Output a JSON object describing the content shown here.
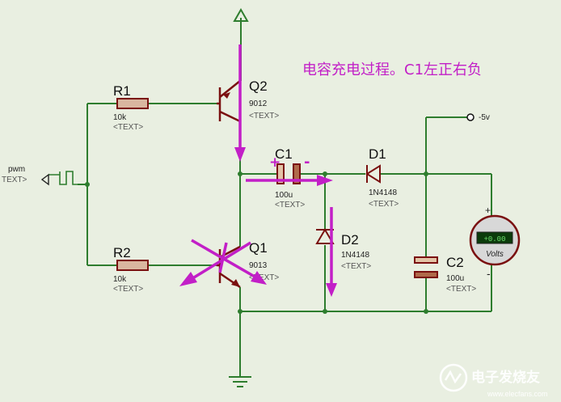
{
  "annotation": {
    "text": "电容充电过程。C1左正右负"
  },
  "input": {
    "label": "pwm",
    "text": "TEXT>"
  },
  "components": {
    "r1": {
      "name": "R1",
      "value": "10k",
      "text": "<TEXT>"
    },
    "r2": {
      "name": "R2",
      "value": "10k",
      "text": "<TEXT>"
    },
    "q1": {
      "name": "Q1",
      "value": "9013",
      "text": "<TEXT>"
    },
    "q2": {
      "name": "Q2",
      "value": "9012",
      "text": "<TEXT>"
    },
    "c1": {
      "name": "C1",
      "value": "100u",
      "text": "<TEXT>",
      "plus": "+",
      "minus": "-"
    },
    "c2": {
      "name": "C2",
      "value": "100u",
      "text": "<TEXT>"
    },
    "d1": {
      "name": "D1",
      "value": "1N4148",
      "text": "<TEXT>"
    },
    "d2": {
      "name": "D2",
      "value": "1N4148",
      "text": "<TEXT>"
    }
  },
  "terminal": {
    "label": "-5v"
  },
  "voltmeter": {
    "display": "+0.00",
    "unit": "Volts",
    "plus": "+",
    "minus": "-"
  },
  "watermark": {
    "text": "电子发烧友",
    "url": "www.elecfans.com"
  },
  "colors": {
    "wire": "#2e7d2e",
    "part": "#8a1010",
    "annotation": "#c21fc7",
    "label": "#111111",
    "background": "#e9efe1"
  }
}
